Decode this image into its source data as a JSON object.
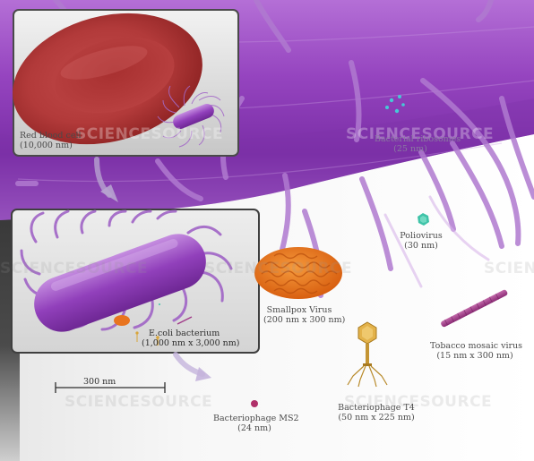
{
  "watermark": "SCIENCESOURCE",
  "labels": {
    "red_blood_cell": {
      "name": "Red blood cell",
      "size": "(10,000 nm)"
    },
    "ecoli": {
      "name": "E.coli bacterium",
      "size": "(1,000 nm x 3,000 nm)"
    },
    "ribosomes": {
      "name": "Bacterial ribosomes",
      "size": "(25 nm)"
    },
    "poliovirus": {
      "name": "Poliovirus",
      "size": "(30 nm)"
    },
    "smallpox": {
      "name": "Smallpox Virus",
      "size": "(200 nm x 300 nm)"
    },
    "tobacco": {
      "name": "Tobacco mosaic virus",
      "size": "(15 nm x 300 nm)"
    },
    "t4": {
      "name": "Bacteriophage T4",
      "size": "(50 nm x 225 nm)"
    },
    "ms2": {
      "name": "Bacteriophage MS2",
      "size": "(24 nm)"
    }
  },
  "scale_bar": {
    "label": "300 nm"
  },
  "colors": {
    "bacterium_purple": "#8e3fb2",
    "red_blood_cell": "#b83b3b",
    "smallpox_orange": "#e8741f",
    "poliovirus_teal": "#3fc3a8",
    "tobacco_magenta": "#a23d8a",
    "t4_gold": "#d8a53a",
    "ms2_pink": "#b0306a"
  }
}
